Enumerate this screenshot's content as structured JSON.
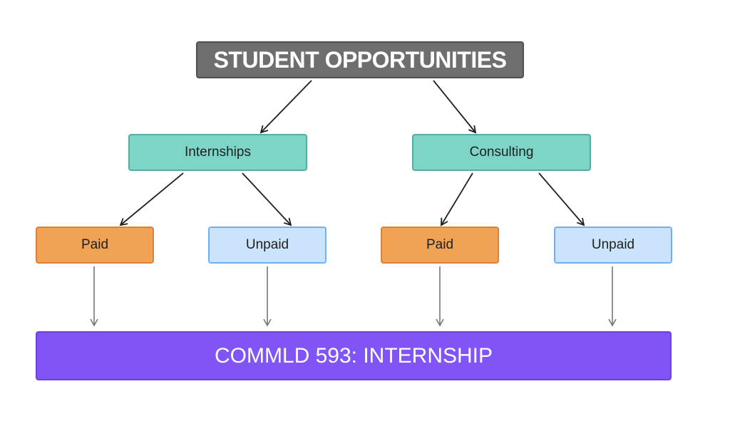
{
  "title": "STUDENT OPPORTUNITIES",
  "categories": [
    {
      "label": "Internships",
      "children": [
        {
          "label": "Paid",
          "type": "paid"
        },
        {
          "label": "Unpaid",
          "type": "unpaid"
        }
      ]
    },
    {
      "label": "Consulting",
      "children": [
        {
          "label": "Paid",
          "type": "paid"
        },
        {
          "label": "Unpaid",
          "type": "unpaid"
        }
      ]
    }
  ],
  "course": "COMMLD 593: INTERNSHIP",
  "colors": {
    "title_fill": "#6e6e6e",
    "category_fill": "#7dd5c8",
    "paid_fill": "#f0a255",
    "unpaid_fill": "#cbe4fb",
    "course_fill": "#8155f5",
    "arrow_dark": "#1f1f1f",
    "arrow_gray": "#777777"
  },
  "edges": [
    {
      "from": "title",
      "to": "internships"
    },
    {
      "from": "title",
      "to": "consulting"
    },
    {
      "from": "internships",
      "to": "internships-paid"
    },
    {
      "from": "internships",
      "to": "internships-unpaid"
    },
    {
      "from": "consulting",
      "to": "consulting-paid"
    },
    {
      "from": "consulting",
      "to": "consulting-unpaid"
    },
    {
      "from": "internships-paid",
      "to": "course"
    },
    {
      "from": "internships-unpaid",
      "to": "course"
    },
    {
      "from": "consulting-paid",
      "to": "course"
    },
    {
      "from": "consulting-unpaid",
      "to": "course"
    }
  ]
}
